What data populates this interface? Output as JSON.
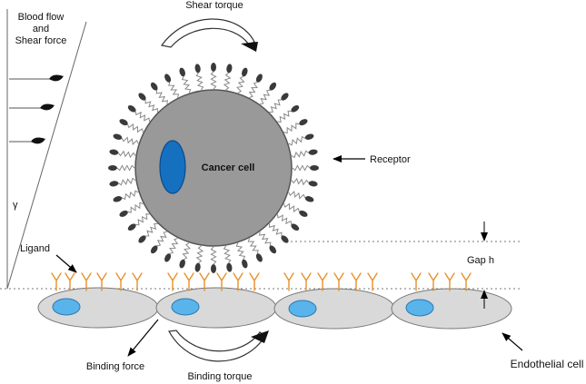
{
  "labels": {
    "blood_flow_line1": "Blood flow",
    "blood_flow_line2": "and",
    "blood_flow_line3": "Shear  force",
    "shear_torque": "Shear torque",
    "cancer_cell": "Cancer cell",
    "receptor": "Receptor",
    "gamma": "γ",
    "ligand": "Ligand",
    "gap_h": "Gap h",
    "binding_force": "Binding force",
    "binding_torque": "Binding torque",
    "endothelial_cell": "Endothelial cell"
  },
  "colors": {
    "cancer_cell_fill": "#999999",
    "nucleus_fill": "#1570c0",
    "endothelial_fill": "#d9d9d9",
    "endo_nucleus_fill": "#5ab4ec",
    "ligand_color": "#e8902a",
    "receptor_head": "#3a3a3a",
    "receptor_spring": "#888888"
  },
  "counts": {
    "receptors": 40,
    "endothelial_cells": 4,
    "flow_arrows": 3
  }
}
